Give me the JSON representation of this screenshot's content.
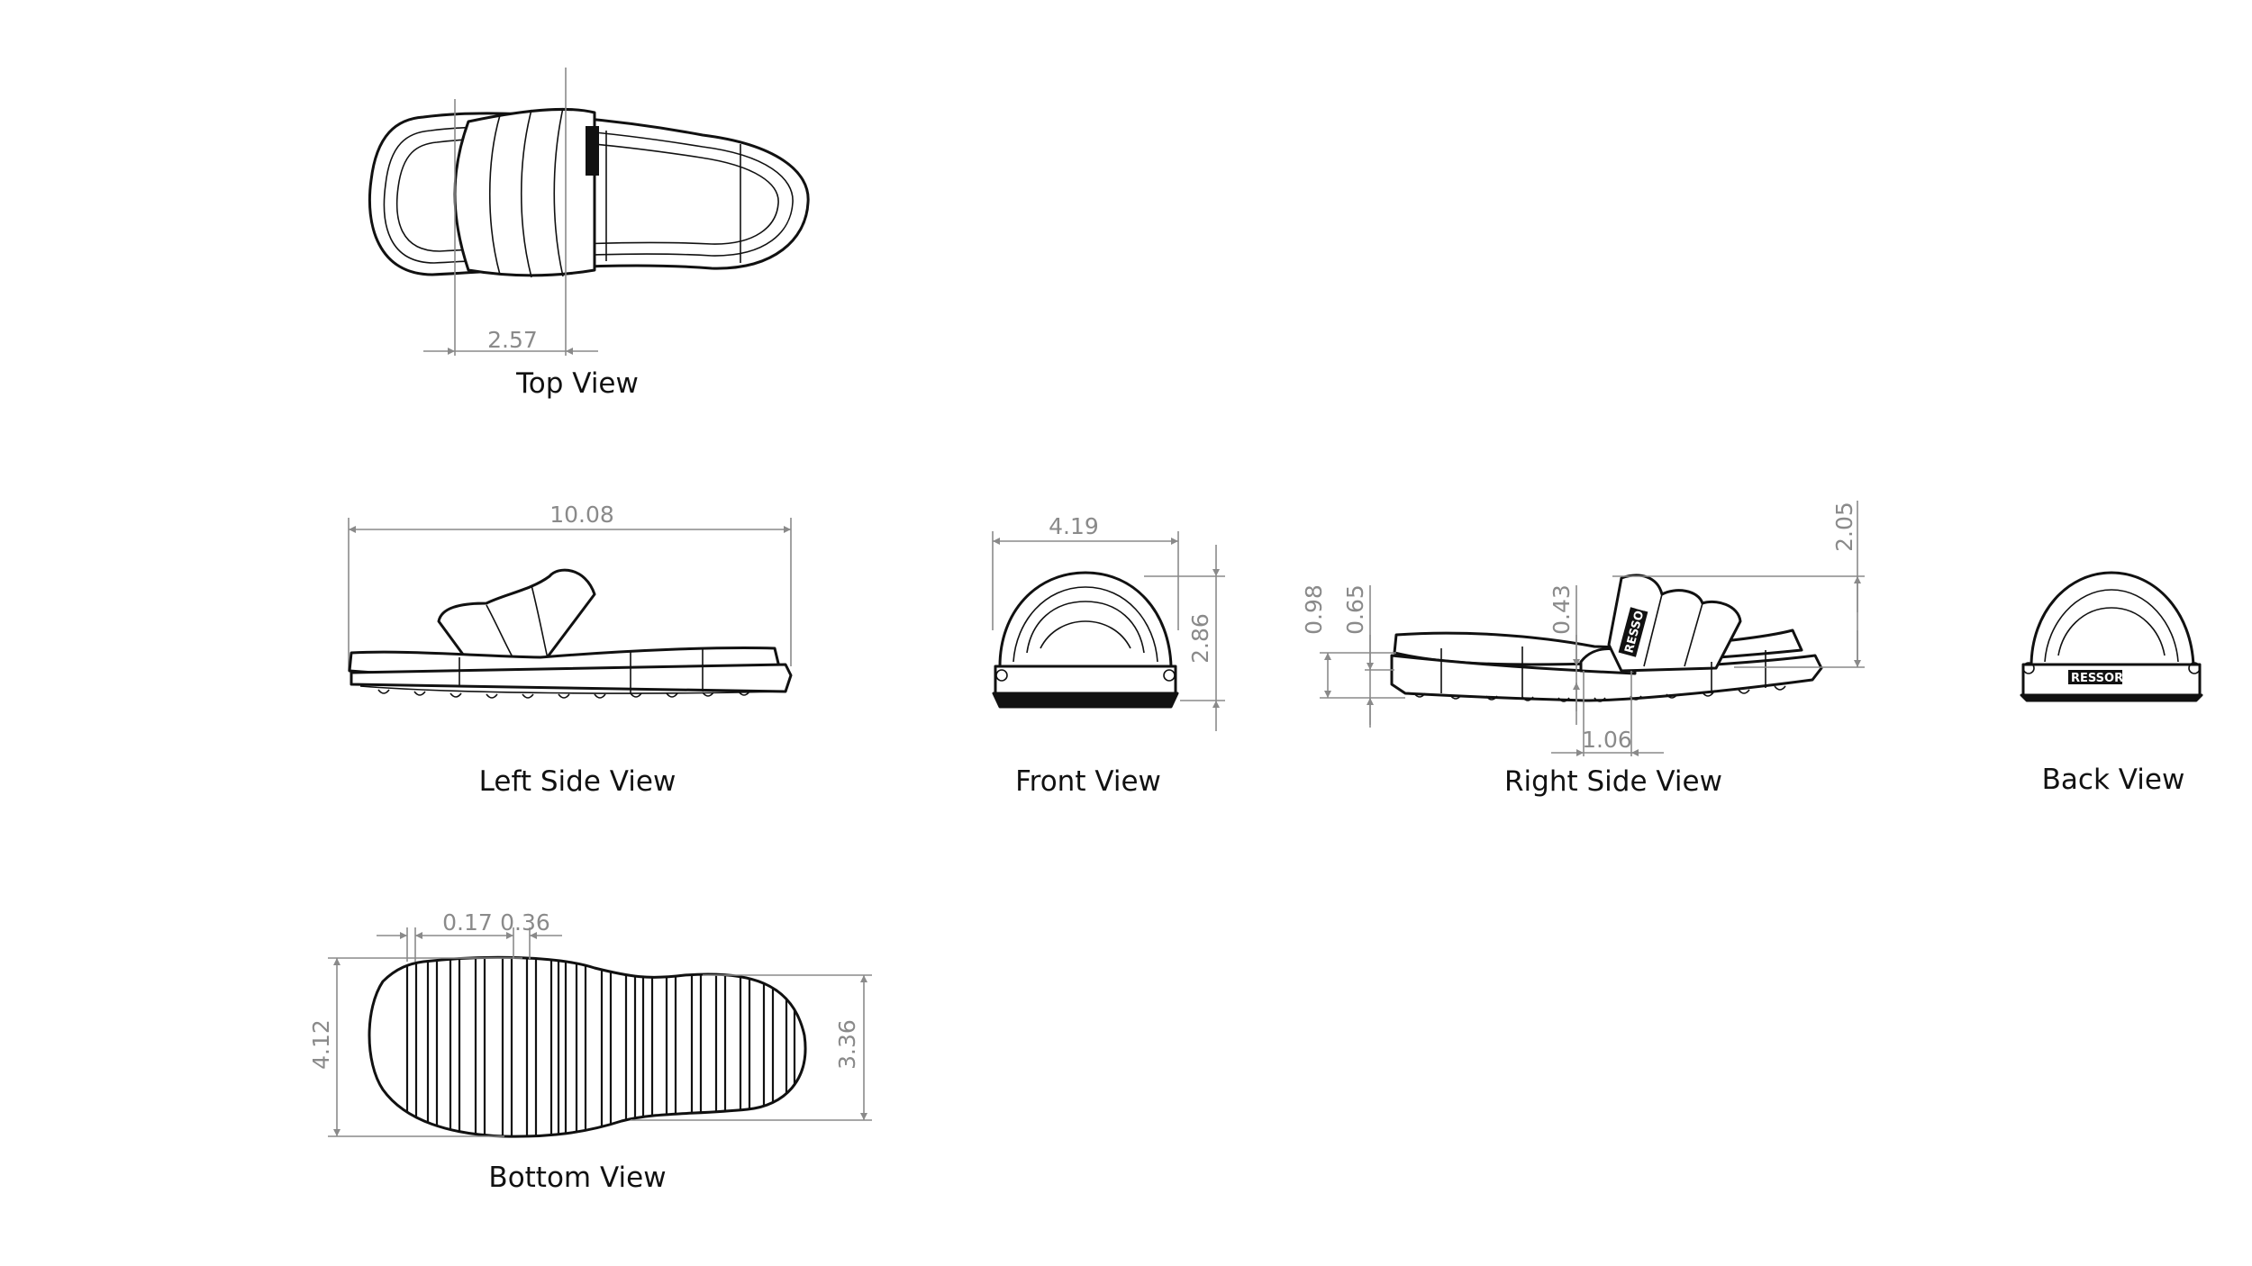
{
  "views": {
    "top": {
      "label": "Top View",
      "dims": [
        "2.57"
      ]
    },
    "left": {
      "label": "Left Side View",
      "dims": [
        "10.08"
      ]
    },
    "front": {
      "label": "Front View",
      "dims": [
        "4.19",
        "2.86"
      ]
    },
    "right": {
      "label": "Right Side View",
      "dims": [
        "2.05",
        "0.98",
        "0.65",
        "0.43",
        "1.06"
      ]
    },
    "back": {
      "label": "Back View"
    },
    "bottom": {
      "label": "Bottom View",
      "dims": [
        "0.17",
        "0.36",
        "4.12",
        "3.36"
      ]
    }
  },
  "brand": "RESSORY",
  "colors": {
    "line": "#111111",
    "dimension": "#8a8a8a"
  }
}
